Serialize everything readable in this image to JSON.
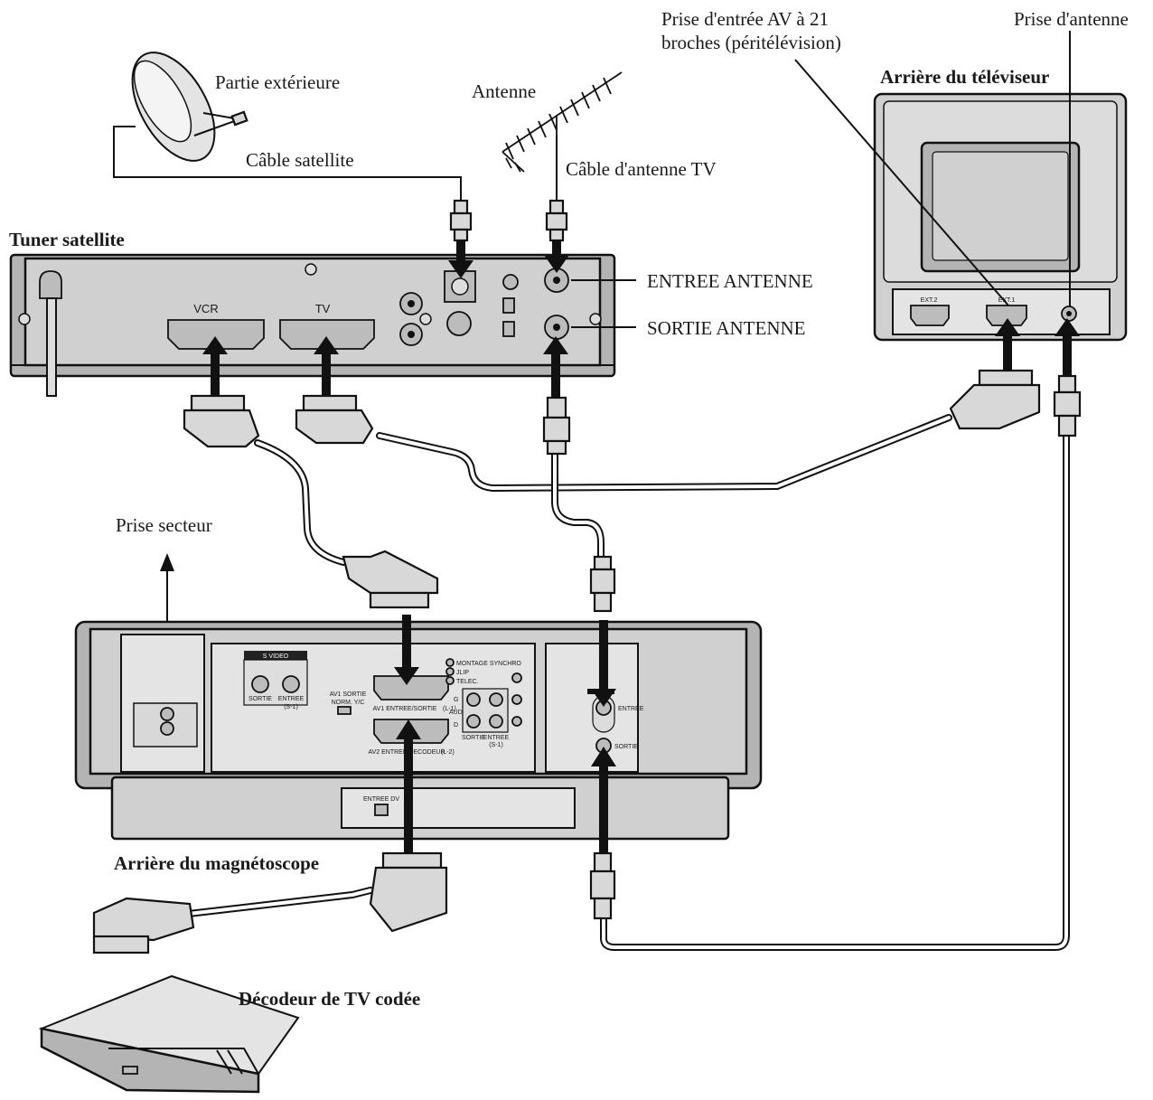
{
  "labels": {
    "outdoor_unit": "Partie extérieure",
    "antenna": "Antenne",
    "satellite_cable": "Câble satellite",
    "tv_antenna_cable": "Câble d'antenne TV",
    "scart_jack_line1": "Prise d'entrée AV à 21",
    "scart_jack_line2": "broches (péritélévision)",
    "antenna_jack": "Prise d'antenne",
    "tv_rear": "Arrière du téléviseur",
    "satellite_tuner": "Tuner satellite",
    "antenna_in": "ENTREE ANTENNE",
    "antenna_out": "SORTIE ANTENNE",
    "mains_outlet": "Prise secteur",
    "vcr_rear": "Arrière du magnétoscope",
    "decoder": "Décodeur de TV codée"
  },
  "tuner_panel": {
    "vcr": "VCR",
    "tv": "TV"
  },
  "tv_panel": {
    "ext2": "EXT.2",
    "ext1": "EXT.1"
  },
  "vcr_panel": {
    "s_video": "S VIDEO",
    "sortie": "SORTIE",
    "entree": "ENTREE",
    "entree_s1": "(S-1)",
    "av1_sortie": "AV1 SORTIE",
    "norm_yc": "NORM. Y/C",
    "av1": "AV1 ENTREE/SORTIE",
    "av1_sub": "(L-1)",
    "av2": "AV2 ENTREE/DECODEUR",
    "av2_sub": "(L-2)",
    "montage": "MONTAGE SYNCHRO",
    "jlip": "JLIP",
    "telec": "TELEC.",
    "g": "G",
    "audio": "AUDIO",
    "d": "D",
    "audio_sortie": "SORTIE",
    "audio_entree": "ENTREE",
    "audio_entree_sub": "(S-1)",
    "rf_entree": "ENTREE",
    "rf_sortie": "SORTIE",
    "dv_in": "ENTREE DV"
  }
}
